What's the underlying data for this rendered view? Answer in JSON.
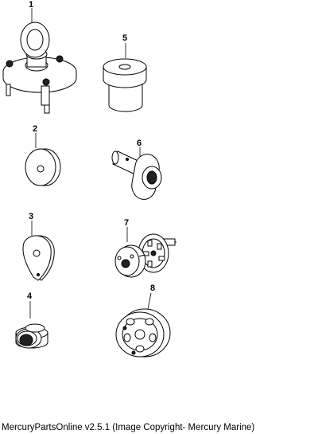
{
  "diagram": {
    "callouts": [
      "1",
      "2",
      "3",
      "4",
      "5",
      "6",
      "7",
      "8"
    ]
  },
  "caption": "MercuryPartsOnline v2.5.1 (Image Copyright- Mercury Marine)"
}
